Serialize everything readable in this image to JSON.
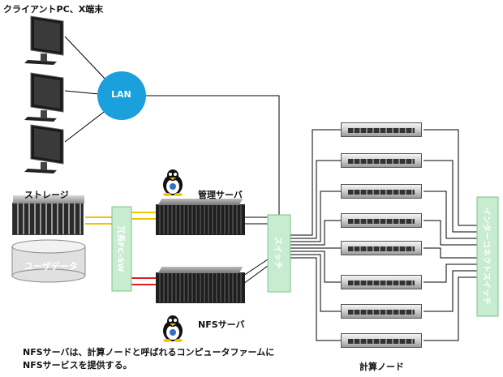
{
  "labels": {
    "clients": "クライアントPC、X端末",
    "lan": "LAN",
    "storage": "ストレージ",
    "user_data": "ユーザデータ",
    "fc_switch": "冗長FC-SW",
    "mgmt_server": "管理サーバ",
    "nfs_server": "NFSサーバ",
    "switch": "スイッチ",
    "interconnect": "インターコネクトスイッチ",
    "compute_nodes": "計算ノード"
  },
  "caption": {
    "line1": "NFSサーバは、計算ノードと呼ばれるコンピュータファームに",
    "line2": "NFSサービスを提供する。"
  },
  "colors": {
    "lan_circle": "#1aa0dc",
    "switch_box": "#c8ecd0",
    "switch_border": "#79c58a",
    "fc_link": "#f2c400",
    "nfs_link": "#e0201c",
    "db_fill": "#e0e0e0"
  }
}
